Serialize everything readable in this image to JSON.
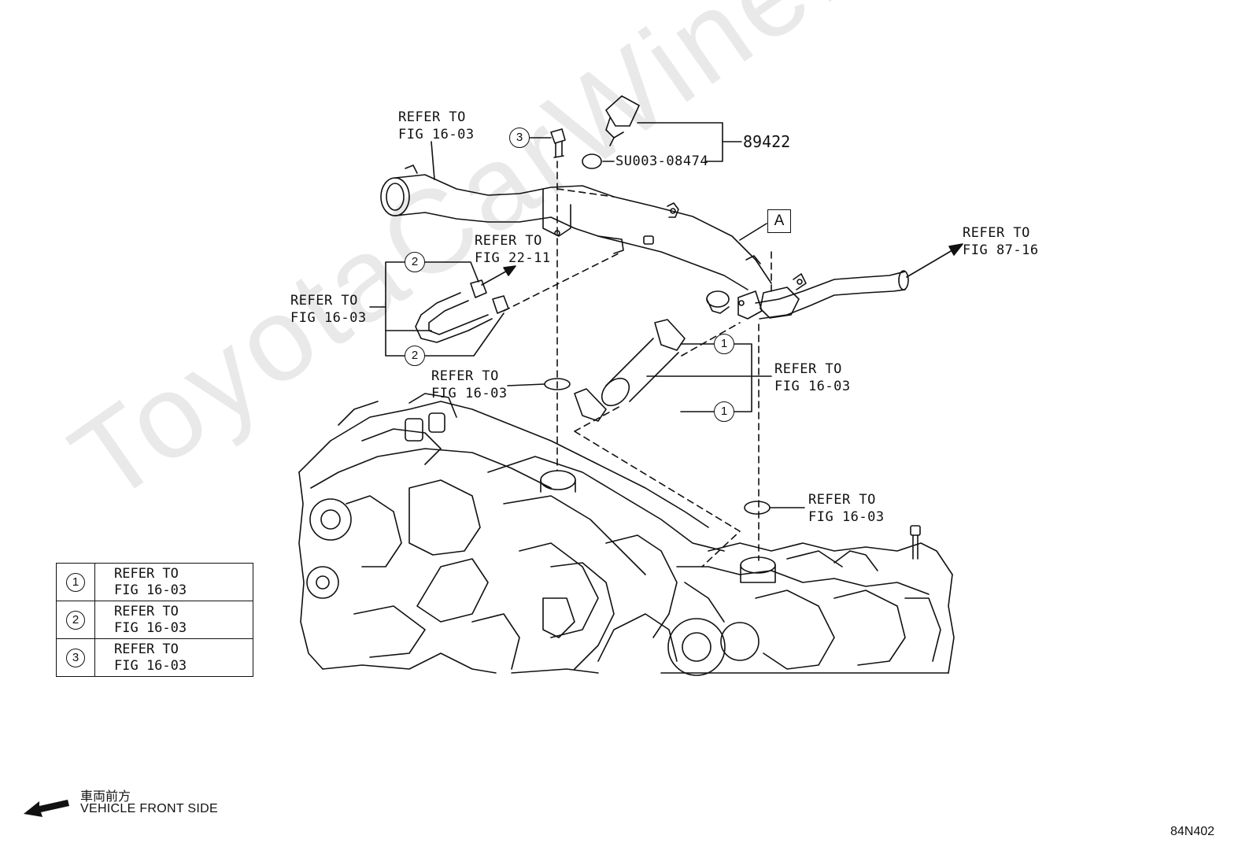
{
  "watermark": "ToyotaCarWine.ru",
  "part_numbers": {
    "sensor_assembly": "89422",
    "o_ring": "SU003-08474"
  },
  "callouts": {
    "one": "1",
    "two": "2",
    "three": "3",
    "box_a": "A"
  },
  "labels": {
    "top_pipe": {
      "line1": "REFER TO",
      "line2": "FIG 16-03"
    },
    "center_fig22": {
      "line1": "REFER TO",
      "line2": "FIG 22-11"
    },
    "left_hose": {
      "line1": "REFER TO",
      "line2": "FIG 16-03"
    },
    "left_ring": {
      "line1": "REFER TO",
      "line2": "FIG 16-03"
    },
    "right_pipe": {
      "line1": "REFER TO",
      "line2": "FIG 87-16"
    },
    "right_hose": {
      "line1": "REFER TO",
      "line2": "FIG 16-03"
    },
    "lower_ring": {
      "line1": "REFER TO",
      "line2": "FIG 16-03"
    }
  },
  "legend": {
    "rows": [
      {
        "num": "1",
        "line1": "REFER TO",
        "line2": "FIG 16-03"
      },
      {
        "num": "2",
        "line1": "REFER TO",
        "line2": "FIG 16-03"
      },
      {
        "num": "3",
        "line1": "REFER TO",
        "line2": "FIG 16-03"
      }
    ]
  },
  "direction": {
    "japanese": "車両前方",
    "english": "VEHICLE FRONT SIDE"
  },
  "figure_code": "84N402"
}
